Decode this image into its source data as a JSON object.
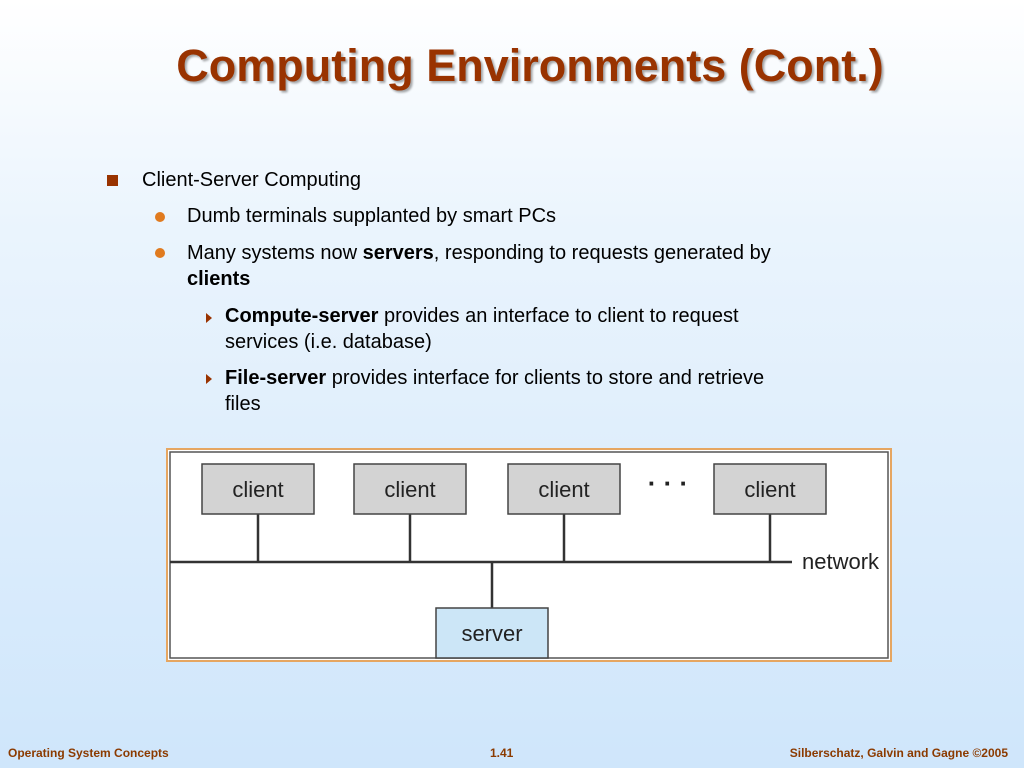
{
  "slide": {
    "title": "Computing Environments (Cont.)",
    "accent_color": "#993300",
    "bullet_dot_color": "#e07a1f"
  },
  "bullets": {
    "l1": {
      "text": "Client-Server Computing"
    },
    "l2a": {
      "text": "Dumb terminals supplanted by smart PCs"
    },
    "l2b": {
      "pre": "Many systems now ",
      "bold1": "servers",
      "mid": ", responding to requests generated by",
      "bold2": "clients"
    },
    "l3a": {
      "bold": "Compute-server",
      "rest": " provides an interface to client to request",
      "cont": "services (i.e. database)"
    },
    "l3b": {
      "bold": "File-server",
      "rest": " provides interface for clients to store and retrieve",
      "cont": "files"
    }
  },
  "diagram": {
    "clients": [
      "client",
      "client",
      "client",
      "client"
    ],
    "ellipsis": "· · ·",
    "network_label": "network",
    "server_label": "server",
    "client_fill": "#d3d3d3",
    "server_fill": "#cce6f7"
  },
  "footer": {
    "left": "Operating System Concepts",
    "center": "1.41",
    "right": "Silberschatz, Galvin and Gagne ©2005"
  }
}
